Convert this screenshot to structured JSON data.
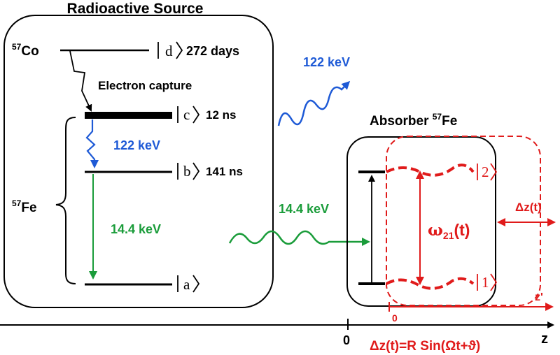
{
  "source": {
    "title": "Radioactive Source",
    "co_label": "57Co",
    "co_mass": "57",
    "co_element": "Co",
    "fe_mass": "57",
    "fe_element": "Fe",
    "capture": "Electron capture",
    "levels": {
      "d": {
        "ket": "d",
        "time": "272 days"
      },
      "c": {
        "ket": "c",
        "time": "12 ns"
      },
      "b": {
        "ket": "b",
        "time": "141 ns"
      },
      "a": {
        "ket": "a",
        "time": ""
      }
    },
    "transition_122": "122 keV",
    "transition_14": "14.4 keV"
  },
  "emission": {
    "gamma_122": "122 keV",
    "gamma_14": "14.4 keV"
  },
  "absorber": {
    "title_prefix": "Absorber ",
    "mass": "57",
    "element": "Fe",
    "omega_symbol": "ω",
    "omega_sub": "21",
    "omega_arg": "(t)",
    "ket2": "2",
    "ket1": "1",
    "dz_label": "Δz(t)",
    "zprime": "z'",
    "zero": "0"
  },
  "axis": {
    "zero": "0",
    "z": "z",
    "formula": "Δz(t)=R Sin(Ωt+ϑ)"
  },
  "colors": {
    "black": "#000000",
    "blue": "#1e5ad6",
    "green": "#1a9c3a",
    "red": "#e01b1b"
  }
}
